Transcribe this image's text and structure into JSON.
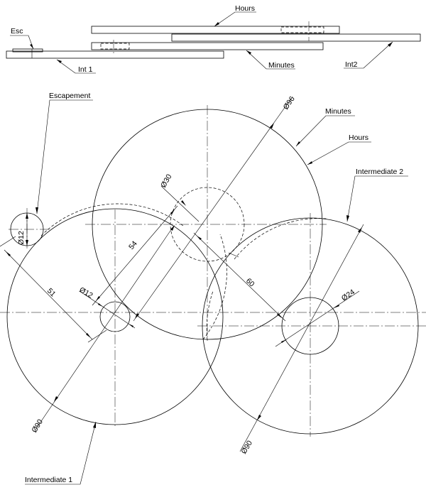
{
  "labels": {
    "hours_top": "Hours",
    "esc": "Esc",
    "int1": "Int 1",
    "minutes_top": "Minutes",
    "int2": "Int2",
    "escapement": "Escapement",
    "minutes": "Minutes",
    "hours": "Hours",
    "intermediate2": "Intermediate 2",
    "intermediate1": "Intermediate 1"
  },
  "dimensions": {
    "d96": "Ø96",
    "d30": "Ø30",
    "d12_esc": "Ø12",
    "d12_int1": "Ø12",
    "d24": "Ø24",
    "d90_int1": "Ø90",
    "d90_int2": "Ø90",
    "c54": "54",
    "c51": "51",
    "c60": "60"
  }
}
